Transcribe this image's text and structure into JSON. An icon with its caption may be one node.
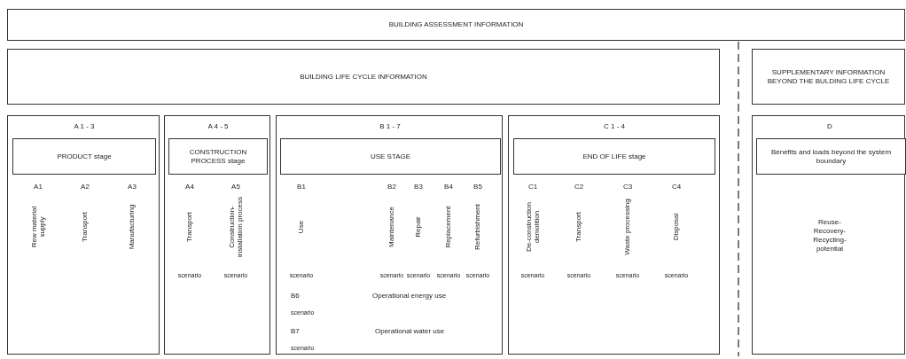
{
  "diagram": {
    "nodes": [
      {
        "text": [
          "BUILDING ASSESSMENT INFORMATION"
        ]
      },
      {
        "text": [
          "BUILDING LIFE CYCLE INFORMATION"
        ]
      },
      {
        "text": [
          "SUPPLEMENTARY INFORMATION BEYOND THE BULDING LIFE CYCLE"
        ]
      },
      {
        "text": [
          "A 1 - 3",
          "A1",
          "Rew material supply",
          "A2",
          "Transport",
          "A3",
          "Manufacturing"
        ]
      },
      {
        "text": [
          "PRODUCT stage"
        ],
        "in": 3
      },
      {
        "text": [
          "A 4 - 5",
          "A4",
          "Transport",
          "scenario",
          "A5",
          "Construction-installation process",
          "scenario"
        ]
      },
      {
        "text": [
          "CONSTRUCTION PROCESS stage"
        ],
        "in": 5
      },
      {
        "text": [
          "B 1 - 7",
          "B1",
          "Use",
          "scenario",
          "B2",
          "Maintenance",
          "scenario",
          "B3",
          "Repair",
          "scenario",
          "B4",
          "Replacement",
          "scenario",
          "B5",
          "Refurbishment",
          "scenario",
          "B6",
          "Operational energy use",
          "scenario",
          "B7",
          "Operational water use",
          "scenario"
        ]
      },
      {
        "text": [
          "USE STAGE"
        ],
        "in": 7
      },
      {
        "text": [
          "C 1 - 4",
          "C1",
          "De-construction demolition",
          "scenario",
          "C2",
          "Transport",
          "scenario",
          "C3",
          "Waste processing",
          "scenario",
          "C4",
          "Disposal",
          "scenario"
        ]
      },
      {
        "text": [
          "END OF LIFE stage"
        ],
        "in": 9
      },
      {
        "text": [
          "D",
          "Reuse-Recovery-Recycling-potential"
        ]
      },
      {
        "text": [
          "Benefits and loads beyond the system boundary"
        ],
        "in": 11
      }
    ]
  }
}
